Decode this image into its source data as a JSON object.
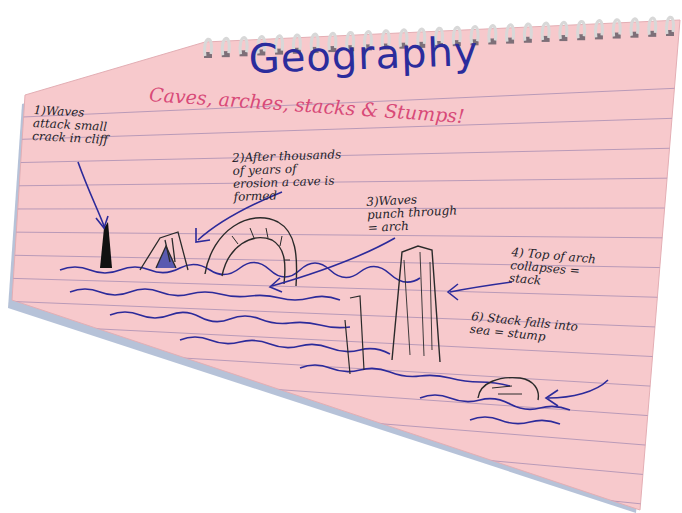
{
  "diagram": {
    "title": "Geography",
    "labels": [
      "Caves, arches, stacks & Stumps!",
      "1)Waves attack small crack in cliff",
      "2)After thousands of years of erosion a cave is formed",
      "3)Waves punch through = arch",
      "4) Top of arch collapses = stack",
      "6) Stack falls into sea = stump"
    ]
  }
}
